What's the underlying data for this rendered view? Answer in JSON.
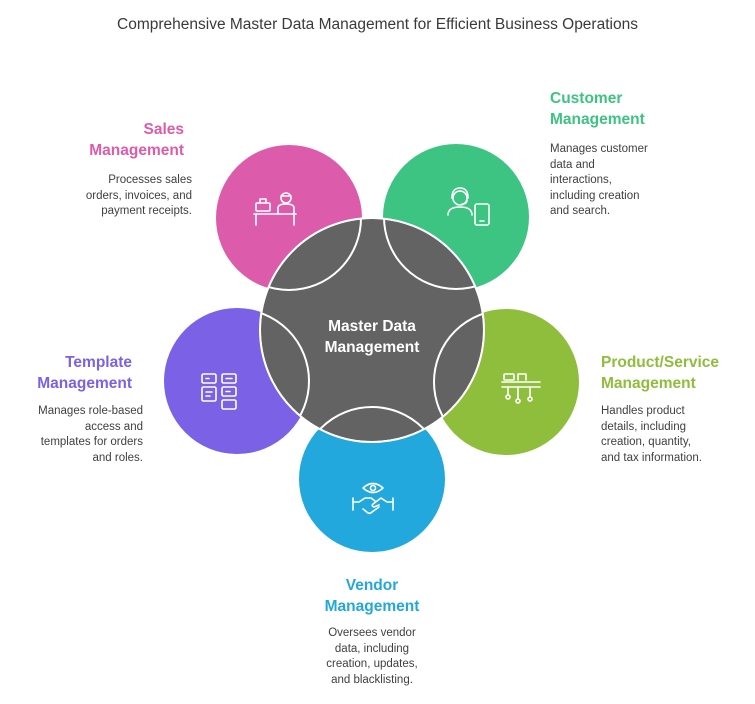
{
  "title": "Comprehensive Master Data Management for Efficient Business Operations",
  "center": {
    "label_line1": "Master Data",
    "label_line2": "Management",
    "color": "#636363"
  },
  "sections": {
    "sales": {
      "title_line1": "Sales",
      "title_line2": "Management",
      "desc_line1": "Processes sales",
      "desc_line2": "orders, invoices, and",
      "desc_line3": "payment receipts.",
      "color": "#dd5bab",
      "icon": "cashier-icon"
    },
    "customer": {
      "title_line1": "Customer",
      "title_line2": "Management",
      "desc_line1": "Manages customer",
      "desc_line2": "data and",
      "desc_line3": "interactions,",
      "desc_line4": "including creation",
      "desc_line5": "and search.",
      "color": "#3dc382",
      "icon": "customer-support-icon"
    },
    "product": {
      "title_line1": "Product/Service",
      "title_line2": "Management",
      "desc_line1": "Handles product",
      "desc_line2": "details, including",
      "desc_line3": "creation, quantity,",
      "desc_line4": "and tax information.",
      "color": "#8fbd3c",
      "icon": "kitchen-shelf-icon"
    },
    "vendor": {
      "title_line1": "Vendor",
      "title_line2": "Management",
      "desc_line1": "Oversees vendor",
      "desc_line2": "data, including",
      "desc_line3": "creation, updates,",
      "desc_line4": "and blacklisting.",
      "color": "#22a8dc",
      "icon": "handshake-eye-icon"
    },
    "template": {
      "title_line1": "Template",
      "title_line2": "Management",
      "desc_line1": "Manages role-based",
      "desc_line2": "access and",
      "desc_line3": "templates for orders",
      "desc_line4": "and roles.",
      "color": "#7b61e6",
      "icon": "template-layout-icon"
    }
  }
}
